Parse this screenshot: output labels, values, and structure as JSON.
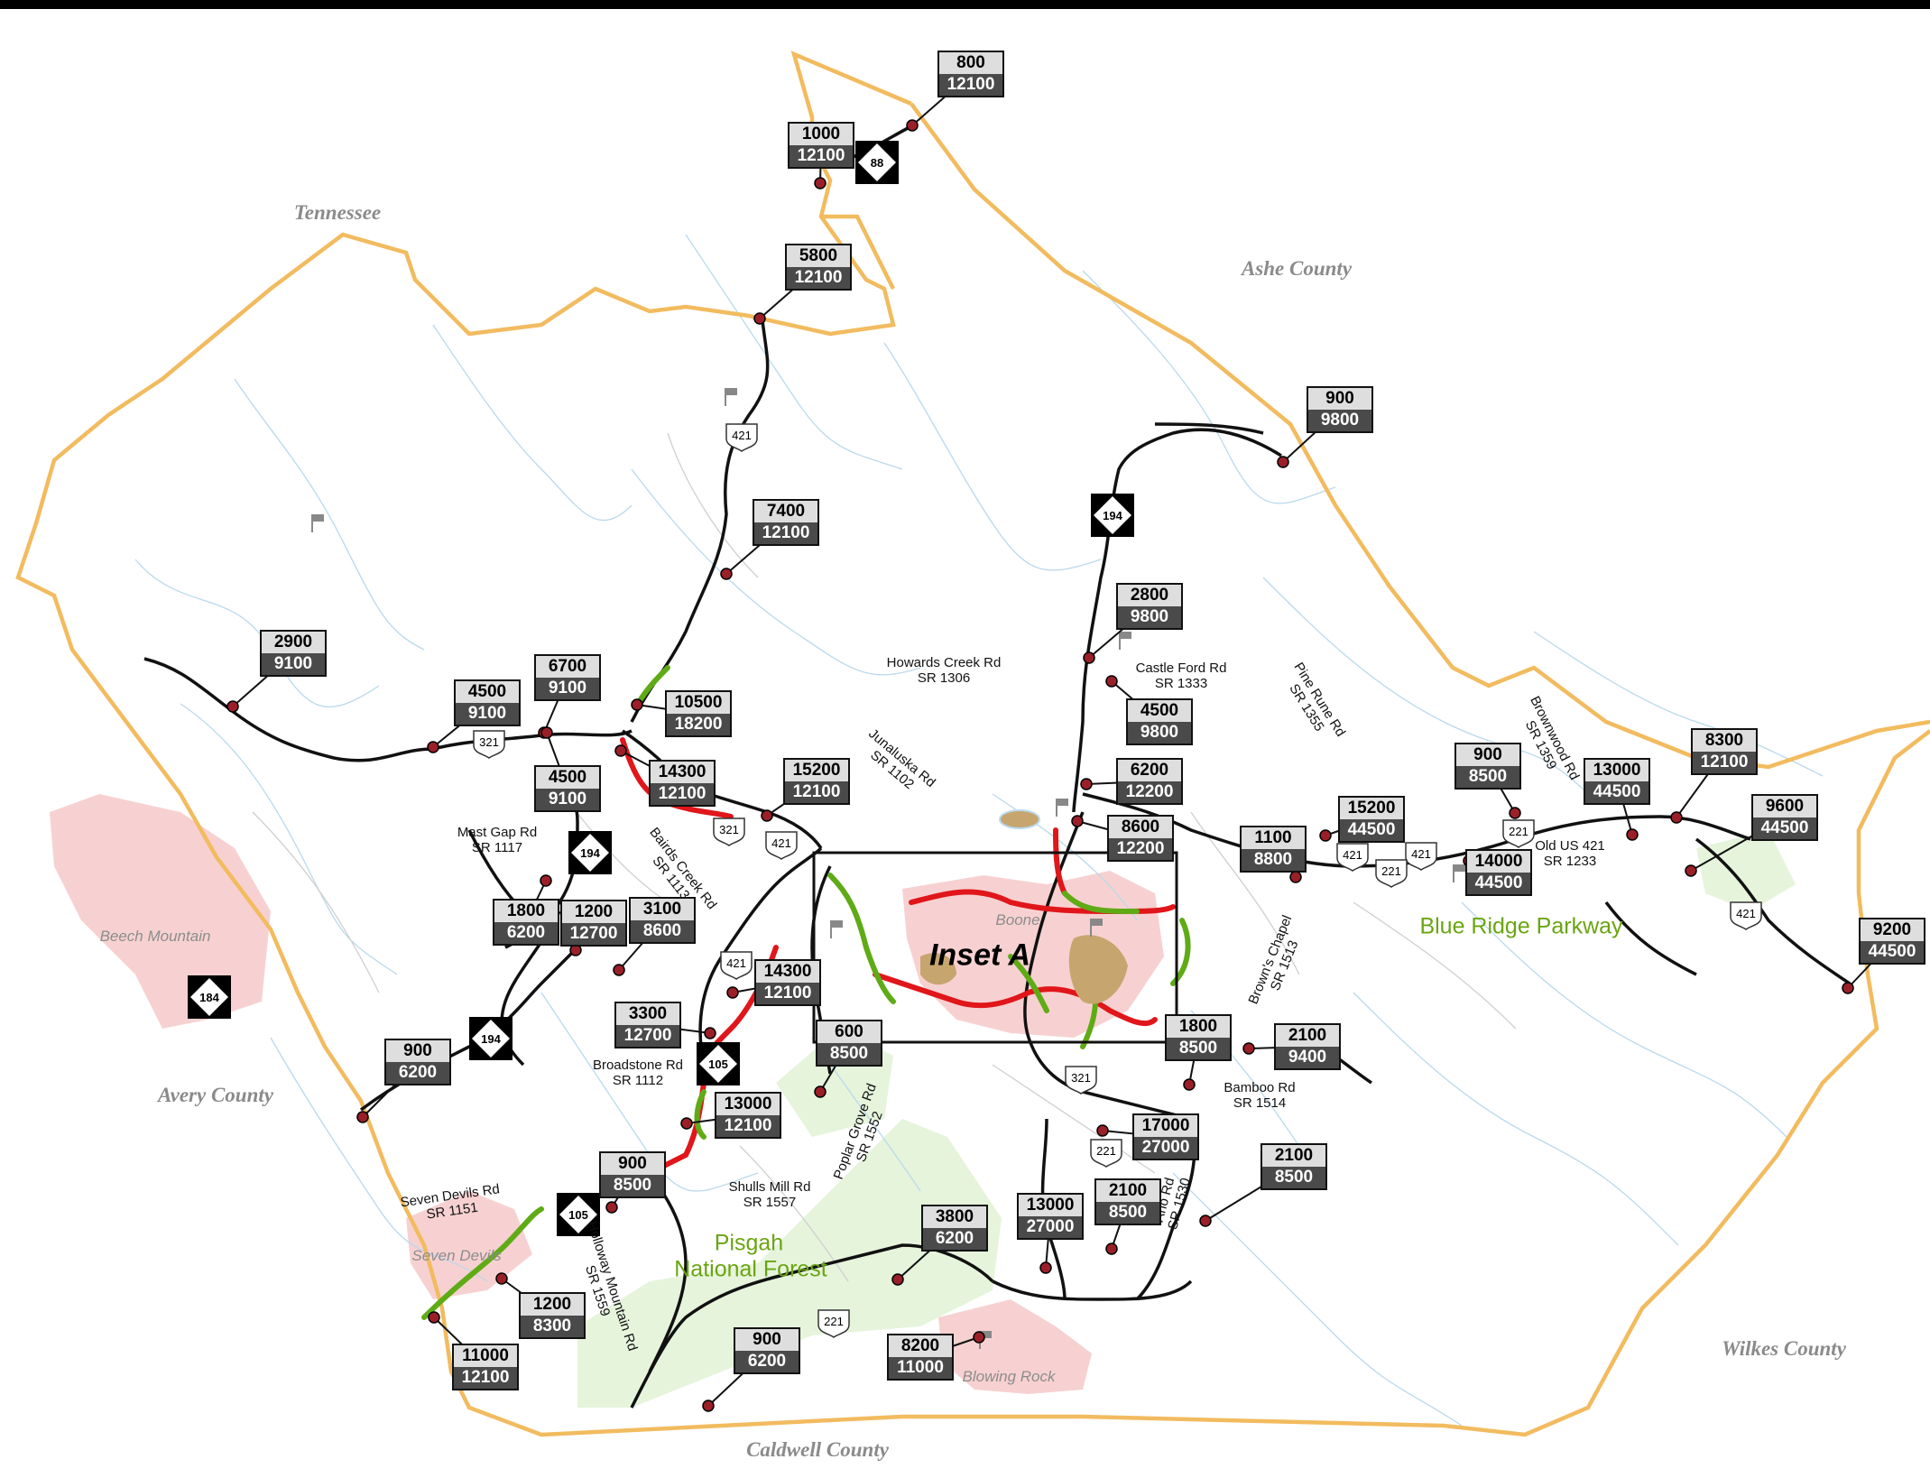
{
  "regions": {
    "tennessee": "Tennessee",
    "ashe": "Ashe County",
    "avery": "Avery County",
    "wilkes": "Wilkes County",
    "caldwell": "Caldwell County"
  },
  "places": {
    "beech_mountain": "Beech Mountain",
    "seven_devils": "Seven Devils",
    "boone": "Boone",
    "blowing_rock": "Blowing Rock"
  },
  "green_labels": {
    "parkway": "Blue Ridge Parkway",
    "forest_line1": "Pisgah",
    "forest_line2": "National Forest"
  },
  "inset_label": "Inset A",
  "roads": [
    {
      "name": "Howards Creek Rd",
      "sr": "SR 1306"
    },
    {
      "name": "Castle Ford Rd",
      "sr": "SR 1333"
    },
    {
      "name": "Mast Gap Rd",
      "sr": "SR 1117"
    },
    {
      "name": "Broadstone Rd",
      "sr": "SR 1112"
    },
    {
      "name": "Shulls Mill Rd",
      "sr": "SR 1557"
    },
    {
      "name": "Old US 421",
      "sr": "SR 1233"
    },
    {
      "name": "Bamboo Rd",
      "sr": "SR 1514"
    },
    {
      "name": "Seven Devils Rd",
      "sr": "SR 1151"
    },
    {
      "name": "Pine Rune Rd",
      "sr": "SR 1355"
    },
    {
      "name": "Brownwood Rd",
      "sr": "SR 1359"
    },
    {
      "name": "Junaluska Rd",
      "sr": "SR 1102"
    },
    {
      "name": "Bairds Creek Rd",
      "sr": "SR 1113"
    },
    {
      "name": "Poplar Grove Rd",
      "sr": "SR 1552"
    },
    {
      "name": "Brown's Chapel",
      "sr": "SR 1513"
    },
    {
      "name": "Aho Rd",
      "sr": "SR 1530"
    },
    {
      "name": "Holloway Mountain Rd",
      "sr": "SR 1559"
    }
  ],
  "shields": {
    "us": [
      "421",
      "421",
      "421",
      "321",
      "321",
      "421",
      "221",
      "421",
      "221",
      "421",
      "321",
      "221",
      "221"
    ],
    "nc": [
      "88",
      "194",
      "194",
      "194",
      "184",
      "105",
      "105"
    ]
  },
  "counts": [
    {
      "top": "800",
      "bottom": "12100"
    },
    {
      "top": "1000",
      "bottom": "12100"
    },
    {
      "top": "5800",
      "bottom": "12100"
    },
    {
      "top": "900",
      "bottom": "9800"
    },
    {
      "top": "7400",
      "bottom": "12100"
    },
    {
      "top": "2800",
      "bottom": "9800"
    },
    {
      "top": "2900",
      "bottom": "9100"
    },
    {
      "top": "4500",
      "bottom": "9100"
    },
    {
      "top": "6700",
      "bottom": "9100"
    },
    {
      "top": "10500",
      "bottom": "18200"
    },
    {
      "top": "4500",
      "bottom": "9800"
    },
    {
      "top": "14300",
      "bottom": "12100"
    },
    {
      "top": "15200",
      "bottom": "12100"
    },
    {
      "top": "4500",
      "bottom": "9100"
    },
    {
      "top": "6200",
      "bottom": "12200"
    },
    {
      "top": "8600",
      "bottom": "12200"
    },
    {
      "top": "900",
      "bottom": "8500"
    },
    {
      "top": "13000",
      "bottom": "44500"
    },
    {
      "top": "8300",
      "bottom": "12100"
    },
    {
      "top": "15200",
      "bottom": "44500"
    },
    {
      "top": "9600",
      "bottom": "44500"
    },
    {
      "top": "1100",
      "bottom": "8800"
    },
    {
      "top": "14000",
      "bottom": "44500"
    },
    {
      "top": "1800",
      "bottom": "6200"
    },
    {
      "top": "1200",
      "bottom": "12700"
    },
    {
      "top": "3100",
      "bottom": "8600"
    },
    {
      "top": "14300",
      "bottom": "12100"
    },
    {
      "top": "9200",
      "bottom": "44500"
    },
    {
      "top": "3300",
      "bottom": "12700"
    },
    {
      "top": "600",
      "bottom": "8500"
    },
    {
      "top": "1800",
      "bottom": "8500"
    },
    {
      "top": "2100",
      "bottom": "9400"
    },
    {
      "top": "900",
      "bottom": "6200"
    },
    {
      "top": "13000",
      "bottom": "12100"
    },
    {
      "top": "17000",
      "bottom": "27000"
    },
    {
      "top": "900",
      "bottom": "8500"
    },
    {
      "top": "2100",
      "bottom": "8500"
    },
    {
      "top": "3800",
      "bottom": "6200"
    },
    {
      "top": "13000",
      "bottom": "27000"
    },
    {
      "top": "2100",
      "bottom": "8500"
    },
    {
      "top": "1200",
      "bottom": "8300"
    },
    {
      "top": "11000",
      "bottom": "12100"
    },
    {
      "top": "900",
      "bottom": "6200"
    },
    {
      "top": "8200",
      "bottom": "11000"
    }
  ]
}
